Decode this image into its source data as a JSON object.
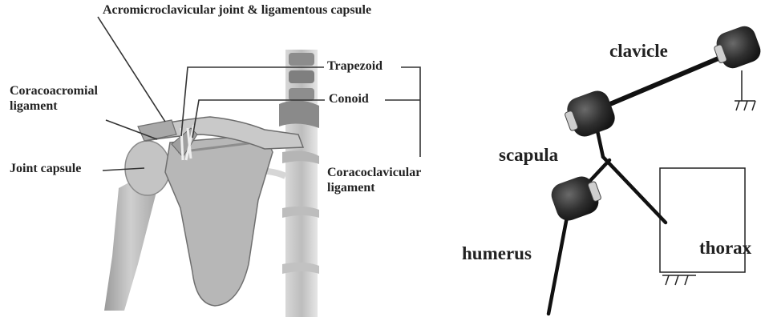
{
  "anatomy": {
    "top_caption": "Acromicroclavicular joint & ligamentous capsule",
    "coracoacromial": [
      "Coracoacromial",
      "ligament"
    ],
    "joint_capsule": "Joint capsule",
    "trapezoid": "Trapezoid",
    "conoid": "Conoid",
    "coracoclavicular": [
      "Coracoclavicular",
      "ligament"
    ]
  },
  "model": {
    "clavicle": "clavicle",
    "scapula": "scapula",
    "humerus": "humerus",
    "thorax": "thorax"
  }
}
